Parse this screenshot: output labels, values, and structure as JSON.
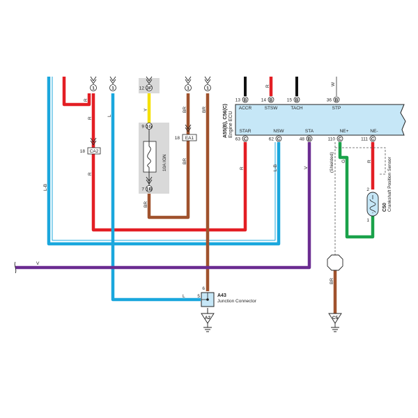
{
  "ecu": {
    "ref": "A55(B), C56(C)",
    "name": "Engine ECU",
    "top_pins": [
      {
        "pin": "13",
        "conn": "B",
        "signal": "ACCR"
      },
      {
        "pin": "14",
        "conn": "B",
        "signal": "STSW"
      },
      {
        "pin": "15",
        "conn": "B",
        "signal": "TACH"
      },
      {
        "pin": "36",
        "conn": "B",
        "signal": "STP"
      }
    ],
    "bottom_pins": [
      {
        "pin": "63",
        "conn": "C",
        "signal": "STAR"
      },
      {
        "pin": "62",
        "conn": "C",
        "signal": "NSW"
      },
      {
        "pin": "48",
        "conn": "B",
        "signal": "STA"
      },
      {
        "pin": "110",
        "conn": "C",
        "signal": "NE+"
      },
      {
        "pin": "111",
        "conn": "C",
        "signal": "NE-"
      }
    ]
  },
  "top_connectors": [
    {
      "id": "1"
    },
    {
      "id": "1"
    },
    {
      "id": "1"
    },
    {
      "id": "1"
    }
  ],
  "fuse_block": {
    "top_pin": "12",
    "top_conn": "3F",
    "mid_pin": "9",
    "mid_conn": "1G",
    "bottom_pin": "7",
    "bottom_conn": "1B",
    "fuse_label": "10A IGN"
  },
  "inline_connectors": [
    {
      "pin": "18",
      "name": "CA2"
    },
    {
      "pin": "18",
      "name": "EA1"
    }
  ],
  "wire_colors": [
    {
      "code": "R"
    },
    {
      "code": "L"
    },
    {
      "code": "Y"
    },
    {
      "code": "BR"
    },
    {
      "code": "L-B"
    },
    {
      "code": "V"
    },
    {
      "code": "G"
    },
    {
      "code": "W"
    }
  ],
  "shielded_label": "(Shielded)",
  "sensor": {
    "ref": "C50",
    "name": "Crankshaft Position Sensor",
    "pin_top": "2",
    "pin_bottom": "1"
  },
  "junction": {
    "ref": "A43",
    "name": "Junction Connector",
    "pin_top": "6",
    "pin_left": "5"
  },
  "grounds": [
    {
      "id": "A2"
    },
    {
      "id": "C5"
    }
  ],
  "colors": {
    "red": "#e31e24",
    "blue": "#1aa7dd",
    "yellow": "#f5e000",
    "brown": "#a0522d",
    "purple": "#6b2c91",
    "green": "#1aa24a",
    "ecu_fill": "#c6e7f7",
    "fuse_bg": "#d9d9d9"
  }
}
